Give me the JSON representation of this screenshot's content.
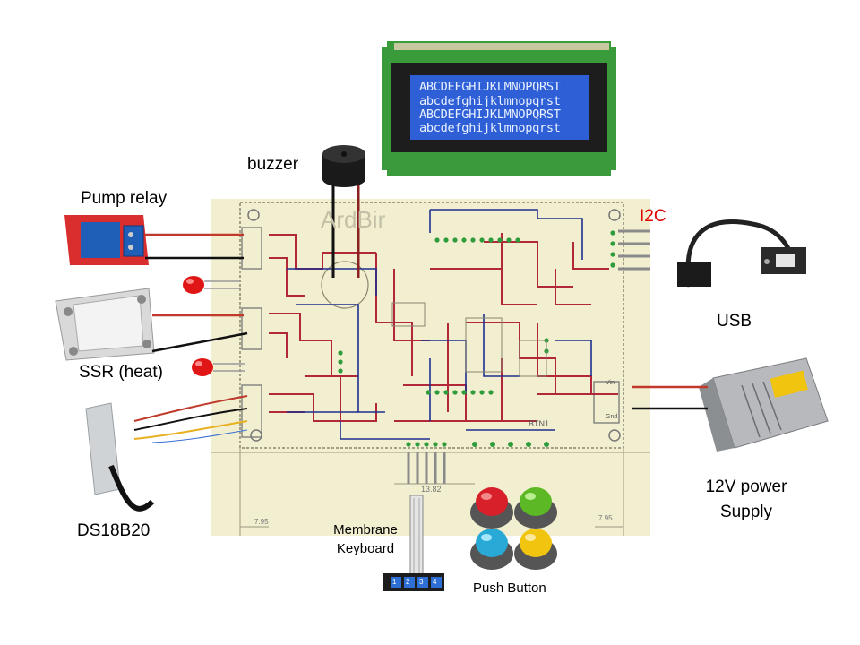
{
  "labels": {
    "pump_relay": "Pump relay",
    "buzzer": "buzzer",
    "ssr": "SSR (heat)",
    "ds18b20": "DS18B20",
    "i2c": "I2C",
    "usb": "USB",
    "power_line1": "12V power",
    "power_line2": "Supply",
    "membrane_line1": "Membrane",
    "membrane_line2": "Keyboard",
    "push_button": "Push Button",
    "pcb_title": "ArdBir"
  },
  "lcd": {
    "lines": [
      "ABCDEFGHIJKLMNOPQRST",
      "abcdefghijklmnopqrst",
      "ABCDEFGHIJKLMNOPQRST",
      "abcdefghijklmnopqrst"
    ]
  },
  "pcb_marks": {
    "dim_left": "7.95",
    "dim_right": "7.95",
    "dim_bottom": "13.82",
    "btn": "BTN1",
    "gnd": "Gnd",
    "vin": "Vin"
  },
  "keypad": [
    "1",
    "2",
    "3",
    "4"
  ],
  "colors": {
    "wire_red": "#c0392b",
    "wire_black": "#111111",
    "pcb_bg": "#f1efcf",
    "trace_red": "#b0283a",
    "trace_blue": "#1f2f8f",
    "lcd_blue": "#2e5fd6",
    "lcd_board": "#3a9b3a",
    "btn_red": "#d8202a",
    "btn_green": "#5db825",
    "btn_blue": "#28a9d6",
    "btn_yellow": "#f1c40f"
  }
}
